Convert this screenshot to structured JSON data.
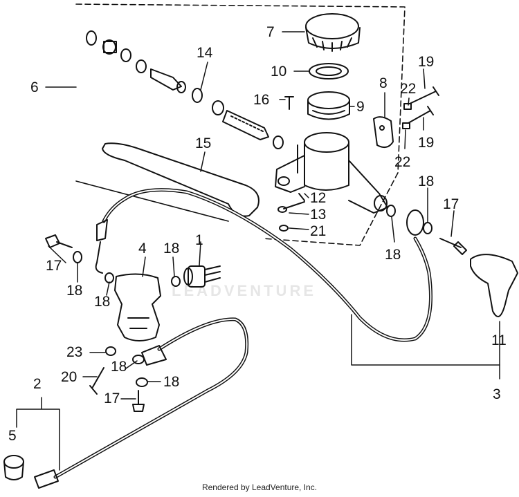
{
  "diagram": {
    "watermark": "LEADVENTURE",
    "footer": "Rendered by LeadVenture, Inc.",
    "callouts": {
      "c1": "1",
      "c2": "2",
      "c3": "3",
      "c4": "4",
      "c5": "5",
      "c6": "6",
      "c7": "7",
      "c8": "8",
      "c9": "9",
      "c10": "10",
      "c11": "11",
      "c12": "12",
      "c13": "13",
      "c14": "14",
      "c15": "15",
      "c16": "16",
      "c17a": "17",
      "c17b": "17",
      "c17c": "17",
      "c18a": "18",
      "c18b": "18",
      "c18c": "18",
      "c18d": "18",
      "c18e": "18",
      "c18f": "18",
      "c18g": "18",
      "c19a": "19",
      "c19b": "19",
      "c20": "20",
      "c21": "21",
      "c22a": "22",
      "c22b": "22",
      "c23": "23"
    }
  }
}
